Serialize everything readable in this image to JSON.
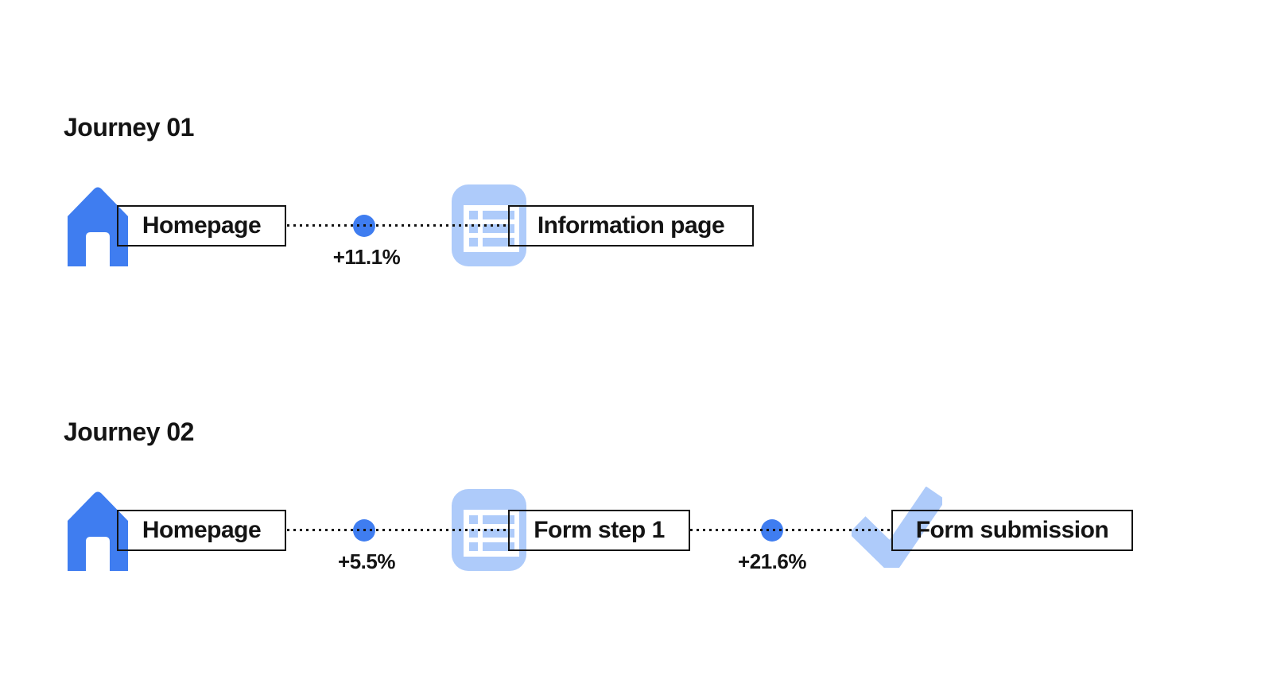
{
  "diagram": {
    "background": "#ffffff"
  },
  "colors": {
    "primary_blue": "#3F7DF0",
    "light_blue": "#AECBFA",
    "line_color": "#141414",
    "text_color": "#141414"
  },
  "journeys": [
    {
      "title": "Journey 01",
      "steps": [
        {
          "icon": "home-icon",
          "label": "Homepage"
        },
        {
          "icon": "information-page-icon",
          "label": "Information page"
        }
      ],
      "transitions": [
        {
          "delta": "+11.1%"
        }
      ]
    },
    {
      "title": "Journey 02",
      "steps": [
        {
          "icon": "home-icon",
          "label": "Homepage"
        },
        {
          "icon": "form-page-icon",
          "label": "Form step 1"
        },
        {
          "icon": "checkmark-icon",
          "label": "Form submission"
        }
      ],
      "transitions": [
        {
          "delta": "+5.5%"
        },
        {
          "delta": "+21.6%"
        }
      ]
    }
  ]
}
